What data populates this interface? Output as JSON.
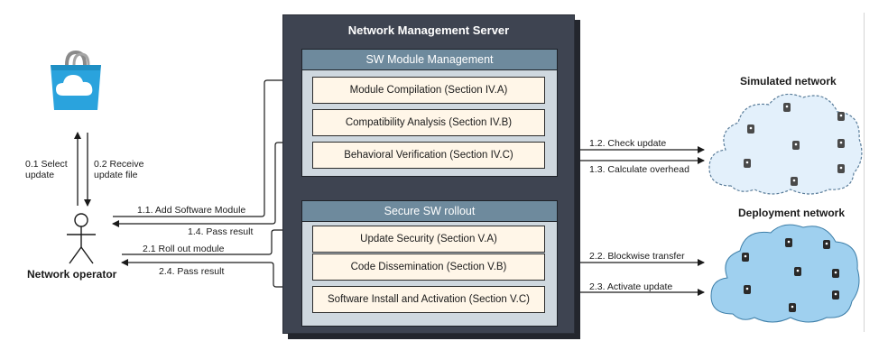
{
  "server": {
    "title": "Network Management Server",
    "module_management": {
      "header": "SW Module Management",
      "items": [
        "Module Compilation (Section IV.A)",
        "Compatibility Analysis (Section IV.B)",
        "Behavioral Verification (Section IV.C)"
      ]
    },
    "rollout": {
      "header": "Secure SW rollout",
      "items": [
        "Update Security (Section V.A)",
        "Code Dissemination (Section V.B)",
        "Software Install and Activation (Section V.C)"
      ]
    }
  },
  "operator": {
    "label": "Network operator",
    "select_update": "0.1 Select update",
    "receive_update": "0.2 Receive update file"
  },
  "left_arrows": {
    "add_module": "1.1. Add Software Module",
    "pass_result_1": "1.4. Pass result",
    "roll_out": "2.1 Roll out module",
    "pass_result_2": "2.4. Pass result"
  },
  "right_arrows": {
    "check_update": "1.2. Check update",
    "calc_overhead": "1.3. Calculate overhead",
    "blockwise": "2.2. Blockwise transfer",
    "activate": "2.3. Activate update"
  },
  "networks": {
    "simulated": "Simulated network",
    "deployment": "Deployment network"
  },
  "colors": {
    "server_bg": "#3e4451",
    "panel_header": "#6e8a9d",
    "box_bg": "#fff6e8",
    "sim_cloud": "#e3f0fb",
    "deploy_cloud": "#9fd0ef",
    "store_icon": "#2aa3dd"
  },
  "icons": [
    "cloud-store-bag-icon",
    "person-icon",
    "sensor-node-icon"
  ]
}
